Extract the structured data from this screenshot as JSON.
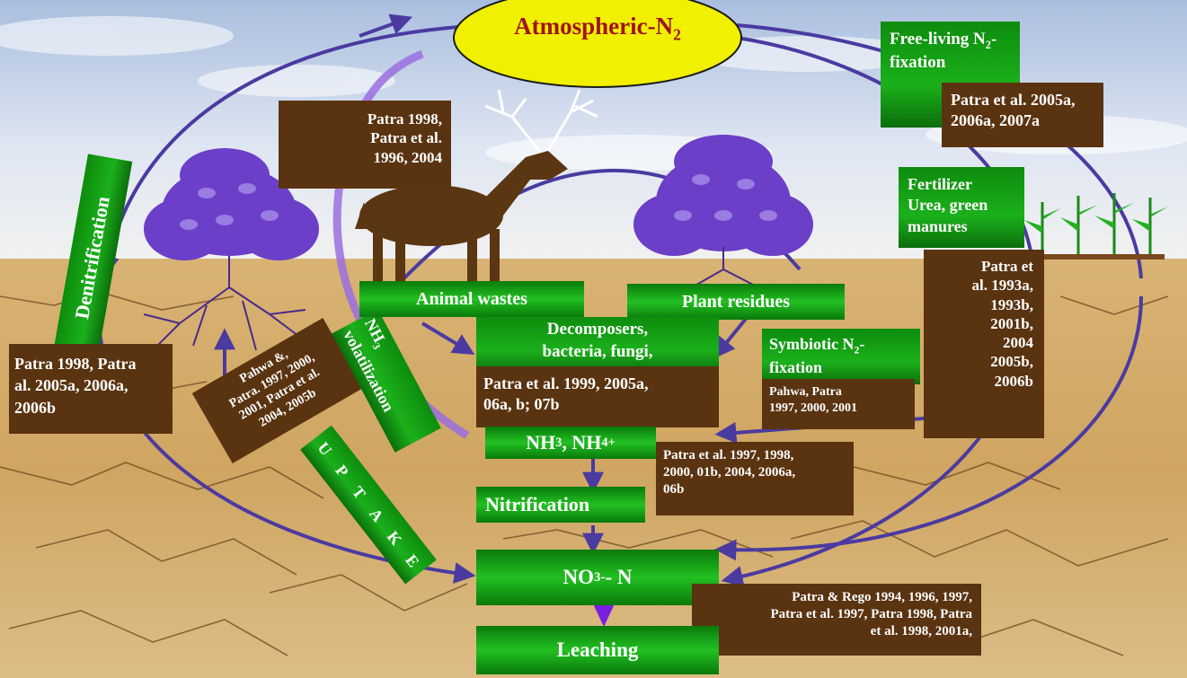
{
  "center": {
    "atmospheric": "Atmospheric-N",
    "atmospheric_sub": "2"
  },
  "process_boxes": {
    "free_living": "Free-living N",
    "free_living_sub": "2",
    "free_living_tail": "-fixation",
    "fertilizer": [
      "Fertilizer",
      "Urea,  green",
      "manures"
    ],
    "animal_wastes": "Animal wastes",
    "plant_residues": "Plant residues",
    "decomposers": [
      "Decomposers,",
      "bacteria, fungi,"
    ],
    "symbiotic": "Symbiotic N",
    "symbiotic_sub": "2",
    "symbiotic_tail": "-",
    "symbiotic_line2": "fixation",
    "nh3_nh4": "NH",
    "nh3_sub": "3",
    "nh4_mid": ", NH",
    "nh4_sub": "4",
    "nh4_sup": "+",
    "nitrification": "Nitrification",
    "no3": "NO",
    "no3_sub": "3",
    "no3_sup": "-",
    "no3_tail": " - N",
    "leaching": "Leaching",
    "denitrification": "Denitrification",
    "nh3_vol_line1": "NH",
    "nh3_vol_sub": "3",
    "nh3_vol_line2": "volatilization",
    "uptake": [
      "U",
      "P",
      "T",
      "A",
      "K",
      "E"
    ]
  },
  "references": {
    "patra_1998_top": [
      "Patra 1998,",
      "Patra et al.",
      "1996, 2004"
    ],
    "patra_2005a": [
      "Patra et al. 2005a,",
      "2006a,  2007a"
    ],
    "patra_1993a": [
      "Patra et",
      "al. 1993a,",
      "1993b,",
      "2001b,",
      "2004",
      "2005b,",
      "2006b"
    ],
    "patra_1998_left": [
      "Patra 1998, Patra",
      "al. 2005a, 2006a,",
      "2006b"
    ],
    "pahwa_rot": [
      "Pahwa &,",
      "Patra. 1997, 2000,",
      "2001, Patra et al.",
      "2004, 2005b"
    ],
    "patra_1999": [
      "Patra et al. 1999, 2005a,",
      "06a, b; 07b"
    ],
    "pahwa_patra": [
      "Pahwa, Patra",
      "1997, 2000, 2001"
    ],
    "patra_1997_1998": [
      "Patra et al. 1997, 1998,",
      "2000, 01b, 2004, 2006a,",
      "06b"
    ],
    "patra_rego": [
      "Patra & Rego 1994, 1996, 1997,",
      "Patra et al. 1997, Patra 1998, Patra",
      "et al. 1998, 2001a,"
    ]
  },
  "colors": {
    "sky": "#c9d6ea",
    "soil": "#d7ad6b",
    "cycle_arrow": "#4b3aa0",
    "green_box": "#1aa01a",
    "brown_box": "#5a3310",
    "ellipse": "#f0f000",
    "ellipse_text": "#a0141e"
  },
  "icons": [
    "elk-icon",
    "tree-left-icon",
    "tree-right-icon",
    "corn-plants-icon"
  ]
}
